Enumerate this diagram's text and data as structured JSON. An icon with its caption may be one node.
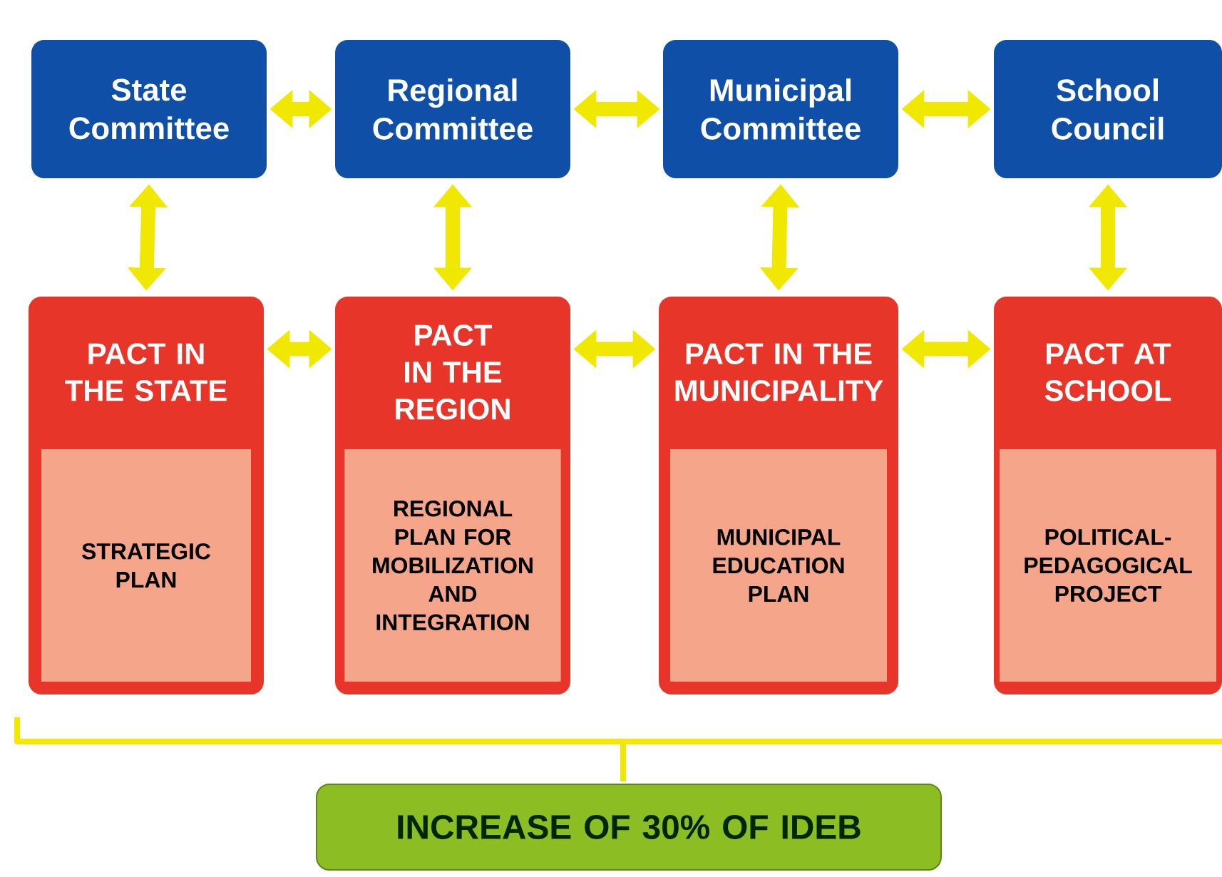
{
  "diagram": {
    "nodes": [
      {
        "text": [
          "State Committee"
        ]
      },
      {
        "text": [
          "Regional Committee"
        ]
      },
      {
        "text": [
          "Municipal Committee"
        ]
      },
      {
        "text": [
          "School Council"
        ]
      },
      {
        "text": [
          "PACT IN THE STATE"
        ]
      },
      {
        "text": [
          "STRATEGIC PLAN"
        ],
        "in": 4
      },
      {
        "text": [
          "PACT IN THE REGION"
        ]
      },
      {
        "text": [
          "REGIONAL PLAN FOR MOBILIZATION AND INTEGRATION"
        ],
        "in": 6
      },
      {
        "text": [
          "PACT IN THE MUNICIPALITY"
        ]
      },
      {
        "text": [
          "MUNICIPAL EDUCATION PLAN"
        ],
        "in": 8
      },
      {
        "text": [
          "PACT AT SCHOOL"
        ]
      },
      {
        "text": [
          "POLITICAL-PEDAGOGICAL PROJECT"
        ],
        "in": 10
      },
      {
        "text": [
          "INCREASE OF 30% OF IDEB"
        ]
      }
    ],
    "edges": [
      {
        "from": 0,
        "to": 1,
        "arrow": "both"
      },
      {
        "from": 1,
        "to": 2,
        "arrow": "both"
      },
      {
        "from": 2,
        "to": 3,
        "arrow": "both"
      },
      {
        "from": 0,
        "to": 4,
        "arrow": "both"
      },
      {
        "from": 1,
        "to": 6,
        "arrow": "both"
      },
      {
        "from": 2,
        "to": 8,
        "arrow": "both"
      },
      {
        "from": 3,
        "to": 10,
        "arrow": "both"
      },
      {
        "from": 4,
        "to": 6,
        "arrow": "both"
      },
      {
        "from": 6,
        "to": 8,
        "arrow": "both"
      },
      {
        "from": 8,
        "to": 10,
        "arrow": "both"
      }
    ]
  }
}
